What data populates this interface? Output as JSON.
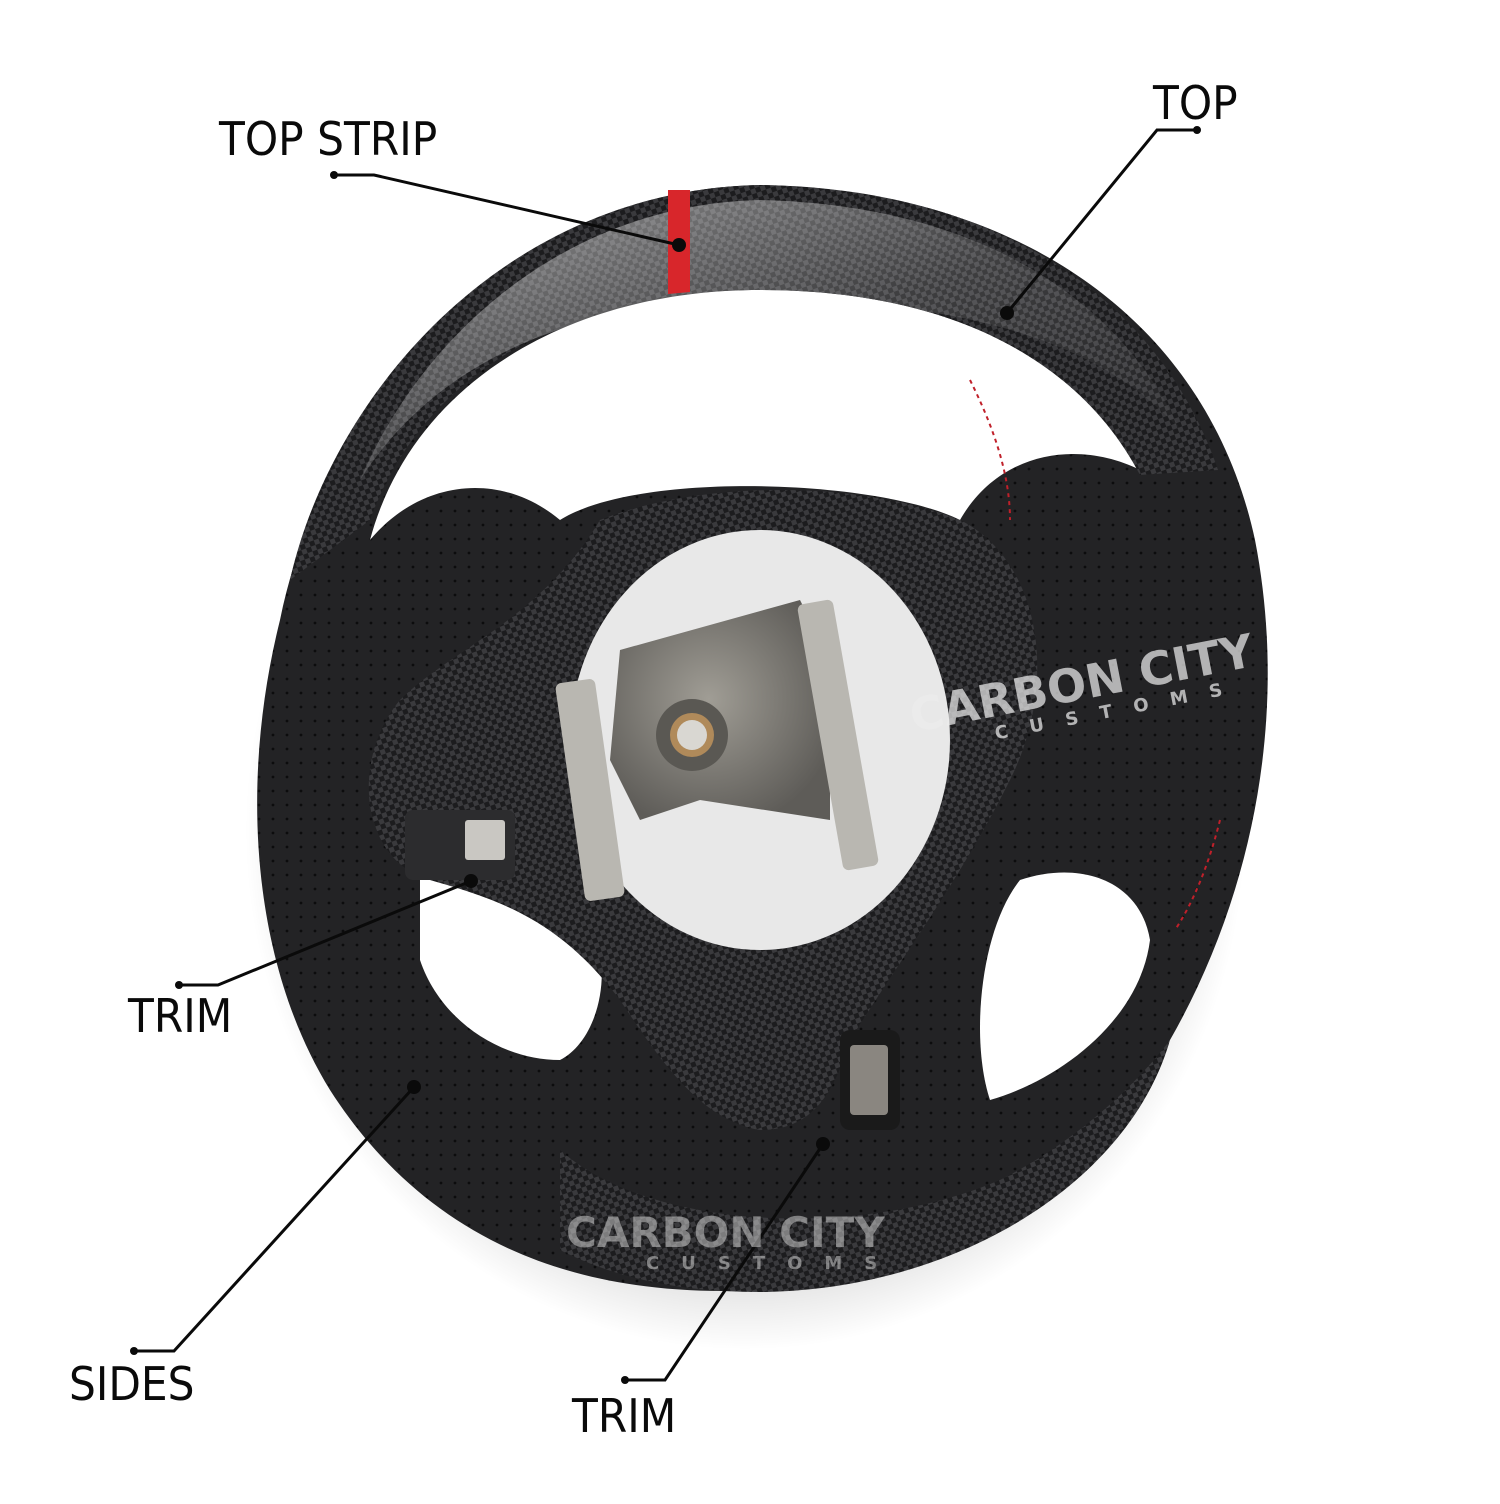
{
  "image": {
    "subject": "Carbon fiber steering wheel with perforated leather sides and red top strip",
    "background_color": "#ffffff",
    "colors": {
      "carbon_dark": "#2a2a2c",
      "carbon_light": "#8a8a8c",
      "leather": "#1e1e20",
      "top_strip_red": "#d8262b",
      "stitching_red": "#c0202a",
      "hub_metal": "#8c8a84",
      "label_text": "#0a0a0a",
      "leader_line": "#0a0a0a"
    }
  },
  "labels": {
    "top_strip": "TOP STRIP",
    "top": "TOP",
    "trim_left": "TRIM",
    "sides": "SIDES",
    "trim_bottom": "TRIM"
  },
  "watermark": {
    "line1": "CARBON CITY",
    "line2": "CUSTOMS"
  }
}
